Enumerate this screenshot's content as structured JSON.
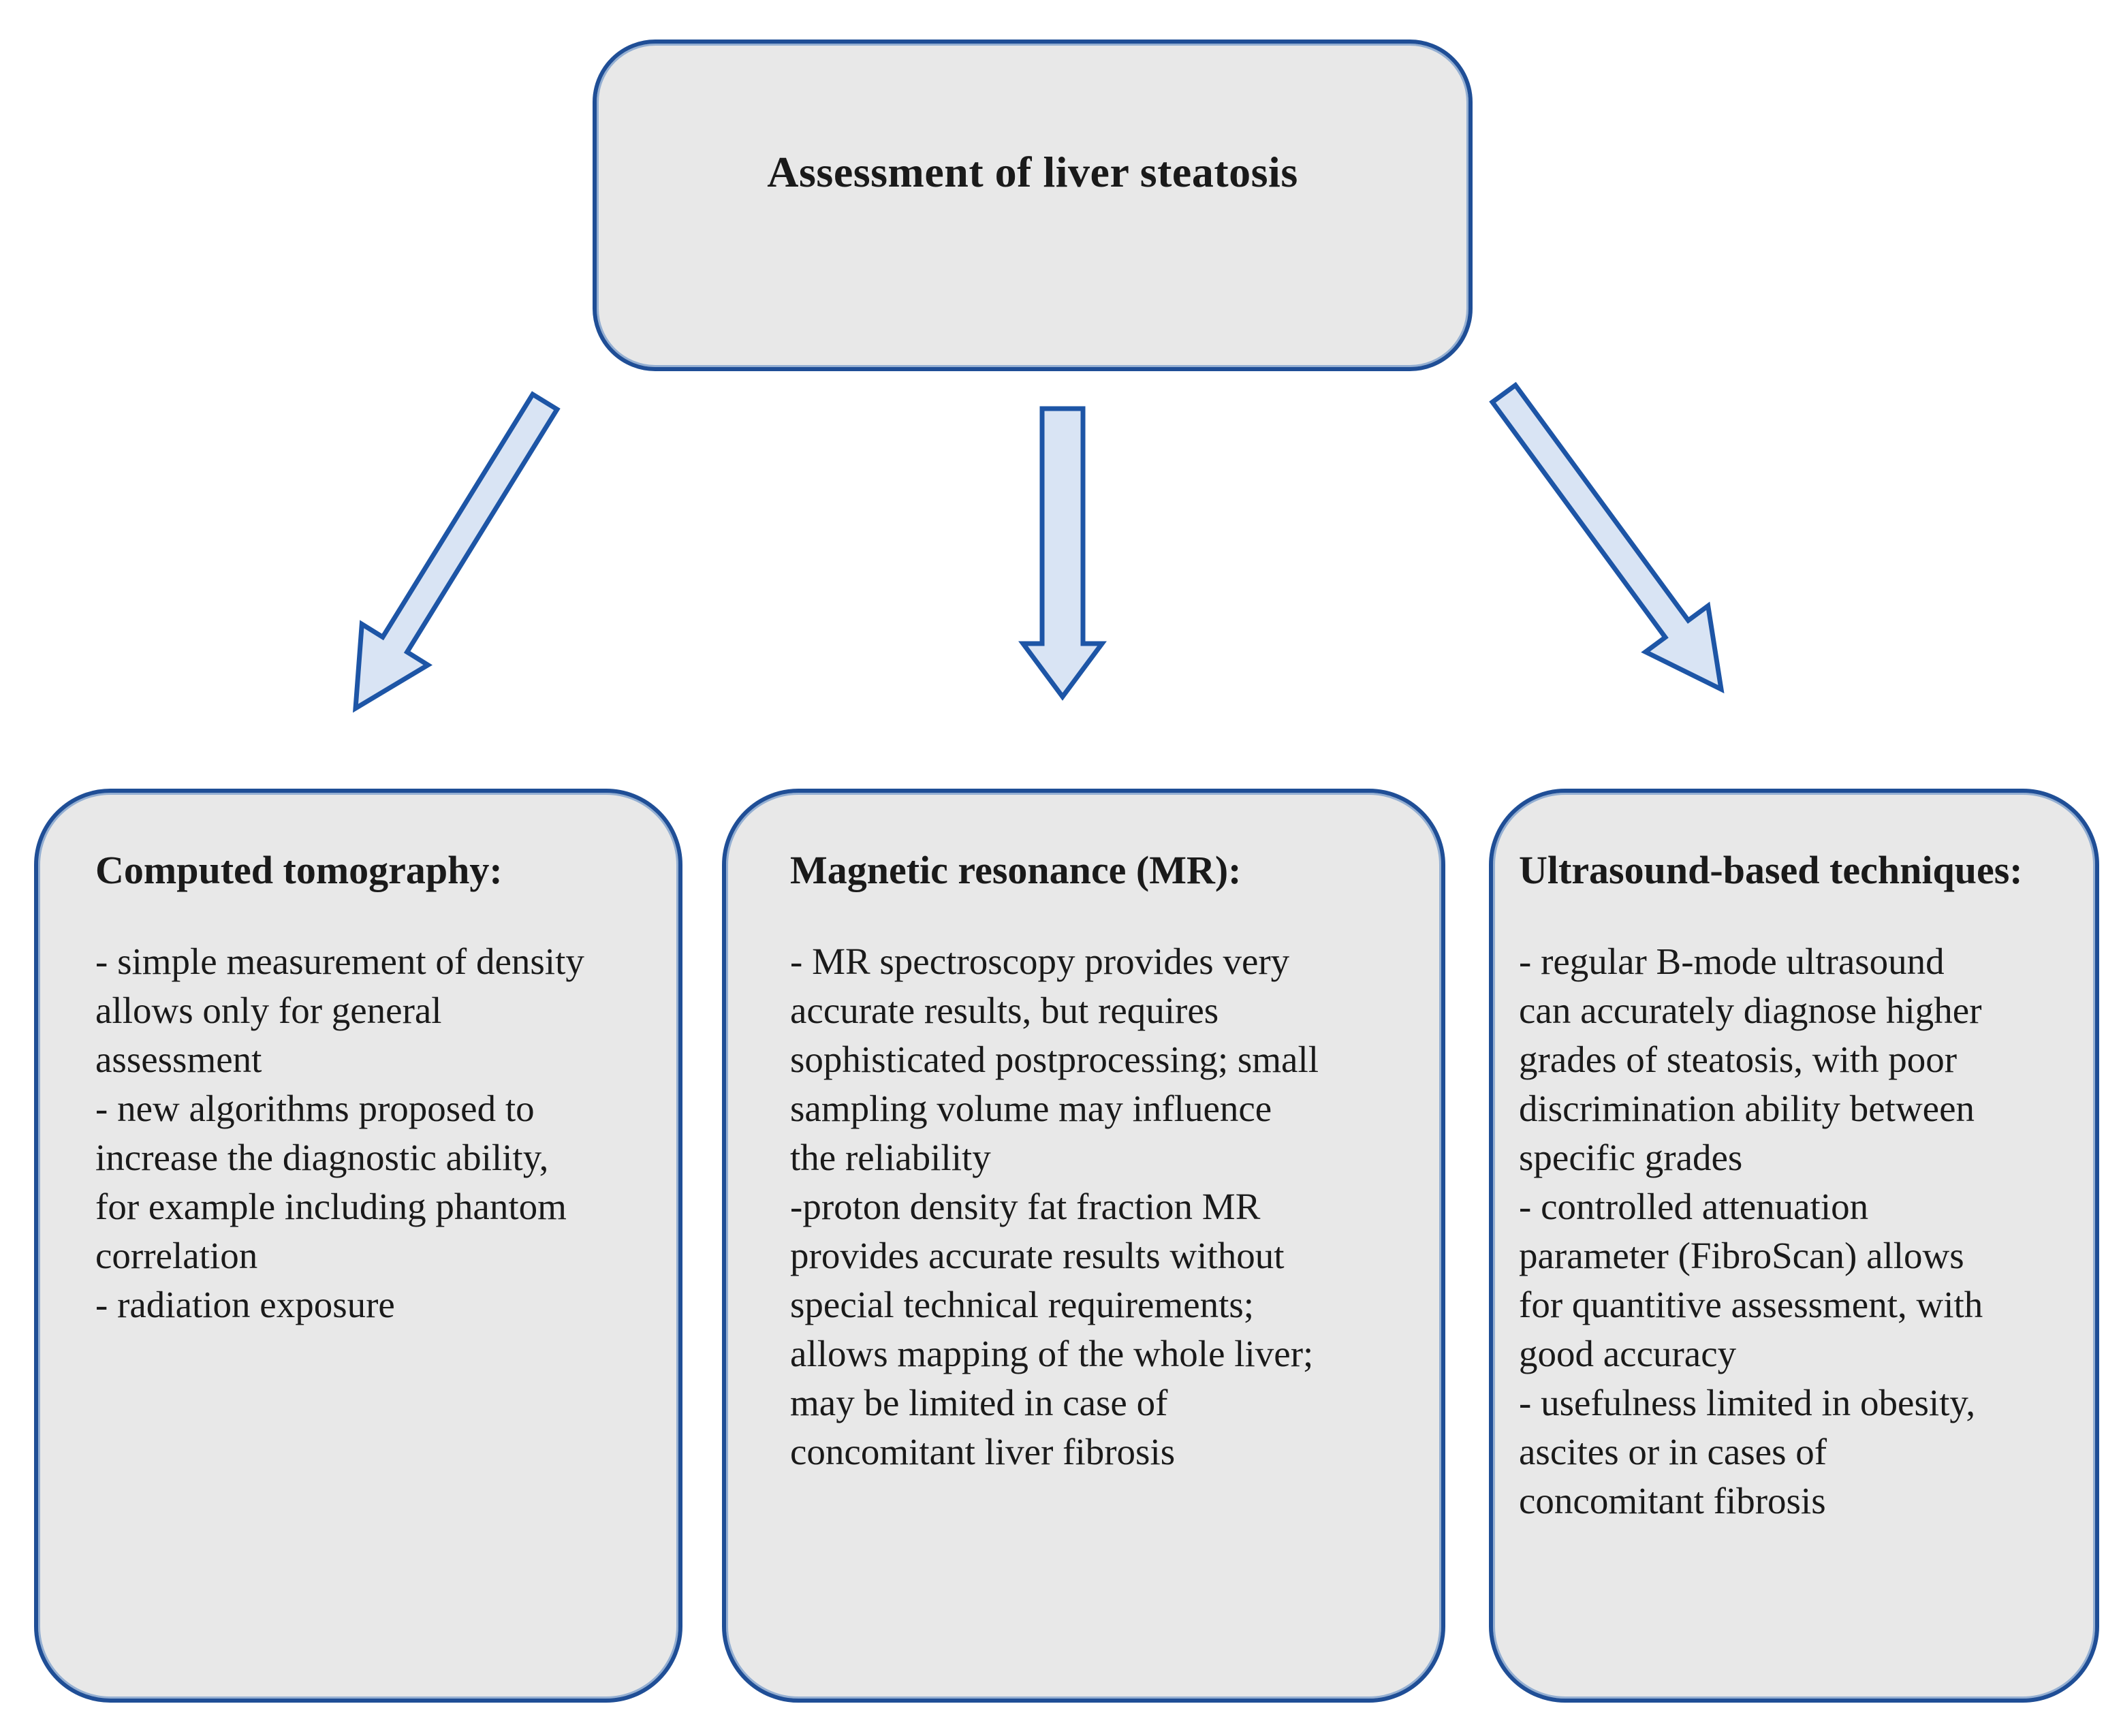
{
  "diagram": {
    "title": "Assessment of liver steatosis",
    "columns": [
      {
        "heading": "Computed tomography:",
        "lines": [
          "- simple measurement of density",
          "allows only for general",
          "assessment",
          "- new algorithms proposed to",
          "increase the diagnostic ability,",
          "for example including phantom",
          "correlation",
          "- radiation exposure"
        ]
      },
      {
        "heading": "Magnetic resonance (MR):",
        "lines": [
          "- MR spectroscopy provides very",
          "accurate results, but requires",
          "sophisticated postprocessing; small",
          "sampling volume may influence",
          "the reliability",
          "-proton density fat fraction MR",
          "provides accurate results without",
          "special technical requirements;",
          "allows mapping of the whole liver;",
          "may be limited in case of",
          "concomitant liver fibrosis"
        ]
      },
      {
        "heading": "Ultrasound-based techniques:",
        "lines": [
          "- regular B-mode ultrasound",
          "can accurately diagnose higher",
          "grades of steatosis, with poor",
          "discrimination ability between",
          "specific grades",
          "- controlled attenuation",
          "parameter (FibroScan) allows",
          "for quantitive assessment, with",
          "good accuracy",
          "- usefulness limited in obesity,",
          "ascites or in cases of",
          "concomitant fibrosis"
        ]
      }
    ],
    "colors": {
      "box_fill": "#e8e8e8",
      "box_border": "#1f4e96",
      "box_border_inner": "#4f7fc0",
      "arrow_fill": "#d9e4f4",
      "arrow_border": "#1d55a6",
      "text": "#1a1a1a",
      "background": "#ffffff"
    }
  }
}
